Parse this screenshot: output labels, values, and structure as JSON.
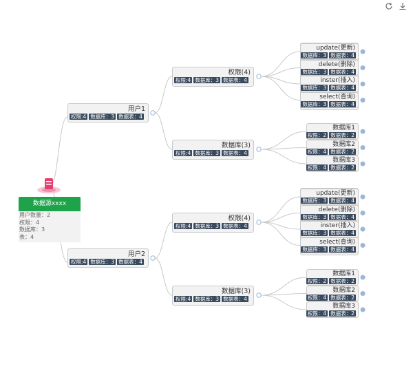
{
  "toolbar": {
    "refresh_icon": "refresh-icon",
    "download_icon": "download-icon"
  },
  "colors": {
    "badge": "#3a4a5e",
    "root_header": "#1ea34a",
    "edge": "#c8c8c8",
    "port": "#9ab7d8"
  },
  "root": {
    "title": "数据源xxxx",
    "stats": [
      "用户数量：2",
      "权限：4",
      "数据库：3",
      "表：4"
    ]
  },
  "users": [
    {
      "title": "用户1",
      "badges": [
        "权限:4",
        "数据库：3",
        "数据表：4"
      ],
      "perm": {
        "title": "权限(4)",
        "badges": [
          "权限:4",
          "数据库：3",
          "数据表：4"
        ],
        "leaves": [
          {
            "title": "update(更新)",
            "badges": [
              "数据库：3",
              "数据表：4"
            ]
          },
          {
            "title": "delete(删除)",
            "badges": [
              "数据库：3",
              "数据表：4"
            ]
          },
          {
            "title": "inster(插入)",
            "badges": [
              "数据库：3",
              "数据表：4"
            ]
          },
          {
            "title": "select(查询)",
            "badges": [
              "数据库：3",
              "数据表：4"
            ]
          }
        ]
      },
      "db": {
        "title": "数据库(3)",
        "badges": [
          "权限:4",
          "数据库：3",
          "数据表：4"
        ],
        "leaves": [
          {
            "title": "数据库1",
            "badges": [
              "权限：2",
              "数据表：2"
            ]
          },
          {
            "title": "数据库2",
            "badges": [
              "权限：4",
              "数据表：2"
            ]
          },
          {
            "title": "数据库3",
            "badges": [
              "权限：4",
              "数据表：2"
            ]
          }
        ]
      }
    },
    {
      "title": "用户2",
      "badges": [
        "权限:4",
        "数据库：3",
        "数据表：4"
      ],
      "perm": {
        "title": "权限(4)",
        "badges": [
          "权限:4",
          "数据库：3",
          "数据表：4"
        ],
        "leaves": [
          {
            "title": "update(更新)",
            "badges": [
              "数据库：3",
              "数据表：4"
            ]
          },
          {
            "title": "delete(删除)",
            "badges": [
              "数据库：3",
              "数据表：4"
            ]
          },
          {
            "title": "inster(插入)",
            "badges": [
              "数据库：3",
              "数据表：4"
            ]
          },
          {
            "title": "select(查询)",
            "badges": [
              "数据库：3",
              "数据表：4"
            ]
          }
        ]
      },
      "db": {
        "title": "数据库(3)",
        "badges": [
          "权限:4",
          "数据库：3",
          "数据表：4"
        ],
        "leaves": [
          {
            "title": "数据库1",
            "badges": [
              "权限：2",
              "数据表：2"
            ]
          },
          {
            "title": "数据库2",
            "badges": [
              "权限：4",
              "数据表：2"
            ]
          },
          {
            "title": "数据库3",
            "badges": [
              "权限：4",
              "数据表：2"
            ]
          }
        ]
      }
    }
  ]
}
